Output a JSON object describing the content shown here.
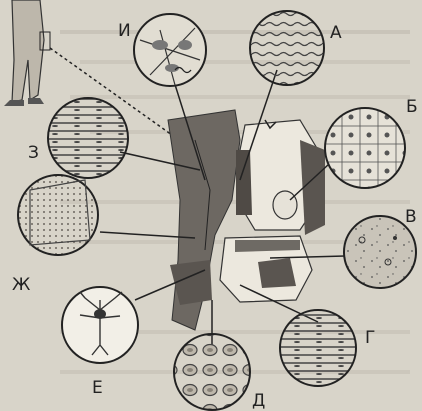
{
  "figure": {
    "labels": {
      "I": "И",
      "A": "А",
      "B": "Б",
      "V": "В",
      "G": "Г",
      "D": "Д",
      "E": "Е",
      "Zh": "Ж",
      "Z": "З"
    },
    "colors": {
      "paper": "#d8d4c9",
      "ink": "#222222",
      "tissue_dark": "#5a5550",
      "tissue_mid": "#8c8780",
      "bone": "#e2ded4"
    }
  }
}
